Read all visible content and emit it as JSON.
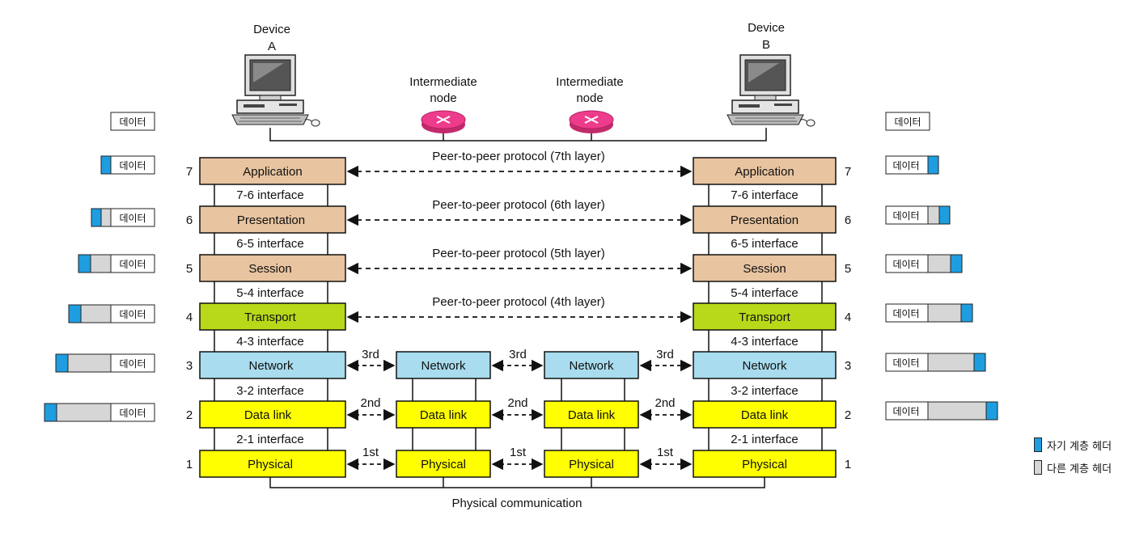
{
  "devices": [
    {
      "line1": "Device",
      "line2": "A"
    },
    {
      "line1": "Device",
      "line2": "B"
    }
  ],
  "intermediate_nodes": [
    {
      "line1": "Intermediate",
      "line2": "node"
    },
    {
      "line1": "Intermediate",
      "line2": "node"
    }
  ],
  "layers": [
    {
      "num": "7",
      "name": "Application",
      "color": "#e8c4a0",
      "peer_label": "Peer-to-peer protocol (7th layer)",
      "interface": "7-6 interface"
    },
    {
      "num": "6",
      "name": "Presentation",
      "color": "#e8c4a0",
      "peer_label": "Peer-to-peer protocol (6th layer)",
      "interface": "6-5 interface"
    },
    {
      "num": "5",
      "name": "Session",
      "color": "#e8c4a0",
      "peer_label": "Peer-to-peer protocol (5th layer)",
      "interface": "5-4 interface"
    },
    {
      "num": "4",
      "name": "Transport",
      "color": "#b7d919",
      "peer_label": "Peer-to-peer protocol (4th layer)",
      "interface": "4-3 interface"
    },
    {
      "num": "3",
      "name": "Network",
      "color": "#a8dcee",
      "hop_label": "3rd",
      "interface": "3-2 interface"
    },
    {
      "num": "2",
      "name": "Data link",
      "color": "#ffff00",
      "hop_label": "2nd",
      "interface": "2-1 interface"
    },
    {
      "num": "1",
      "name": "Physical",
      "color": "#ffff00",
      "hop_label": "1st"
    }
  ],
  "data_label": "데이터",
  "physical_communication": "Physical communication",
  "legend": [
    {
      "label": "자기 계층 헤더",
      "color": "#1e9ee0"
    },
    {
      "label": "다른 계층 헤더",
      "color": "#d6d6d6"
    }
  ],
  "colors": {
    "own_header": "#1e9ee0",
    "other_header": "#d6d6d6",
    "router": "#ee3c8c"
  }
}
